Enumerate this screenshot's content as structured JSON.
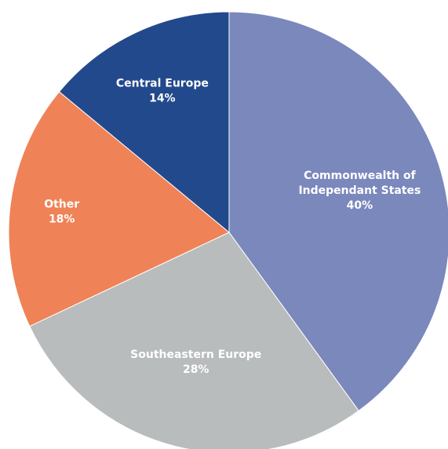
{
  "chart_data": {
    "type": "pie",
    "title": "",
    "slices": [
      {
        "label": [
          "Commonwealth of",
          "Independant States"
        ],
        "value_label": "40%",
        "value": 40,
        "color": "#7a88bc"
      },
      {
        "label": [
          "Southeastern Europe"
        ],
        "value_label": "28%",
        "value": 28,
        "color": "#b9bcbd"
      },
      {
        "label": [
          "Other"
        ],
        "value_label": "18%",
        "value": 18,
        "color": "#ef8257"
      },
      {
        "label": [
          "Central Europe"
        ],
        "value_label": "14%",
        "value": 14,
        "color": "#23498d"
      }
    ]
  }
}
